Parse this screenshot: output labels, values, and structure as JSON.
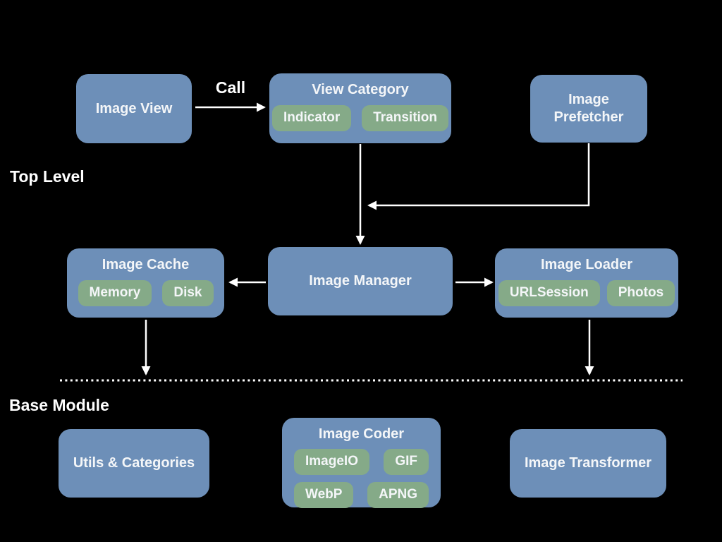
{
  "diagram": {
    "title_implied": "Image library architecture",
    "sections": {
      "top": "Top Level",
      "base": "Base Module"
    },
    "call_label": "Call",
    "colors": {
      "background": "#000000",
      "box_blue": "#6d8fb8",
      "pill_green": "#85aa88",
      "text": "#f4f6f8",
      "arrow": "#ffffff"
    },
    "nodes": {
      "image_view": {
        "title": "Image View"
      },
      "view_category": {
        "title": "View Category",
        "pills": [
          "Indicator",
          "Transition"
        ]
      },
      "image_prefetcher": {
        "title": "Image Prefetcher"
      },
      "image_cache": {
        "title": "Image Cache",
        "pills": [
          "Memory",
          "Disk"
        ]
      },
      "image_manager": {
        "title": "Image Manager"
      },
      "image_loader": {
        "title": "Image Loader",
        "pills": [
          "URLSession",
          "Photos"
        ]
      },
      "utils_categories": {
        "title": "Utils & Categories"
      },
      "image_coder": {
        "title": "Image Coder",
        "pills": [
          "ImageIO",
          "GIF",
          "WebP",
          "APNG"
        ]
      },
      "image_transformer": {
        "title": "Image Transformer"
      }
    },
    "edges": [
      {
        "from": "image_view",
        "to": "view_category",
        "label": "Call"
      },
      {
        "from": "view_category",
        "to": "image_manager",
        "label": ""
      },
      {
        "from": "image_prefetcher",
        "to": "image_manager",
        "label": ""
      },
      {
        "from": "image_manager",
        "to": "image_cache",
        "label": ""
      },
      {
        "from": "image_manager",
        "to": "image_loader",
        "label": ""
      },
      {
        "from": "image_cache",
        "to": "base_module",
        "label": ""
      },
      {
        "from": "image_loader",
        "to": "base_module",
        "label": ""
      }
    ]
  }
}
